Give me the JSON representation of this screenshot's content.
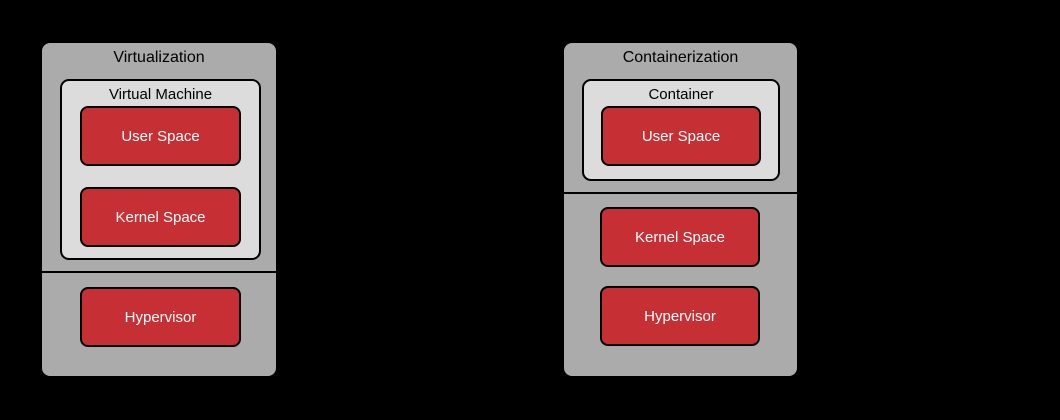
{
  "diagram": {
    "background": "#000000",
    "colors": {
      "panel_fill": "#ababab",
      "panel_border": "#000000",
      "inner_panel_fill": "#dcdcdc",
      "block_fill": "#c62f33",
      "block_border": "#000000",
      "block_text": "#ffffff",
      "label_text": "#000000"
    },
    "virtualization": {
      "title": "Virtualization",
      "vm": {
        "title": "Virtual Machine",
        "user_space_label": "User Space",
        "kernel_space_label": "Kernel Space"
      },
      "hypervisor_label": "Hypervisor"
    },
    "containerization": {
      "title": "Containerization",
      "container": {
        "title": "Container",
        "user_space_label": "User Space"
      },
      "kernel_space_label": "Kernel Space",
      "hypervisor_label": "Hypervisor"
    }
  }
}
